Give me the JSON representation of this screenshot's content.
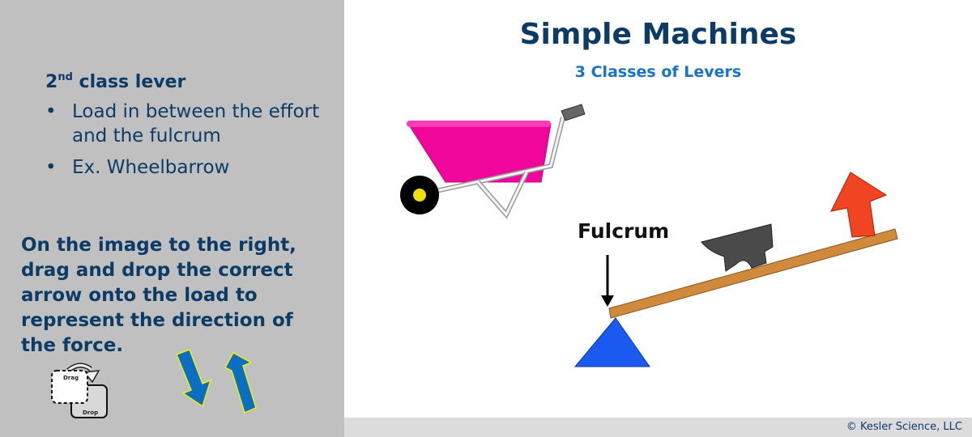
{
  "left_panel": {
    "heading": {
      "number": "2",
      "ordinal_suffix": "nd",
      "text": " class lever"
    },
    "bullets": [
      "Load in between the effort and the fulcrum",
      "Ex. Wheelbarrow"
    ],
    "instruction": "On the image to the right, drag and drop the correct arrow onto the load to represent the direction of the force.",
    "drag_drop_icon": {
      "drag_label": "Drag",
      "drop_label": "Drop"
    },
    "draggable_arrows": [
      {
        "name": "down-arrow",
        "color": "#0a6ec4",
        "outline": "#f0f000"
      },
      {
        "name": "up-arrow",
        "color": "#0a6ec4",
        "outline": "#f0f000"
      }
    ]
  },
  "header": {
    "title": "Simple Machines",
    "subtitle": "3 Classes of Levers"
  },
  "diagram": {
    "wheelbarrow_color": "#f0069a",
    "fulcrum_label": "Fulcrum",
    "fulcrum_color": "#1a5af0",
    "lever_color": "#d08a3c",
    "anvil_color": "#4a4a4a",
    "effort_arrow_color": "#f04422"
  },
  "footer": {
    "copyright": "© Kesler  Science, LLC"
  },
  "colors": {
    "panel_bg": "#c0c0c0",
    "text_navy": "#0c3c66",
    "subtitle_blue": "#1874c8"
  }
}
